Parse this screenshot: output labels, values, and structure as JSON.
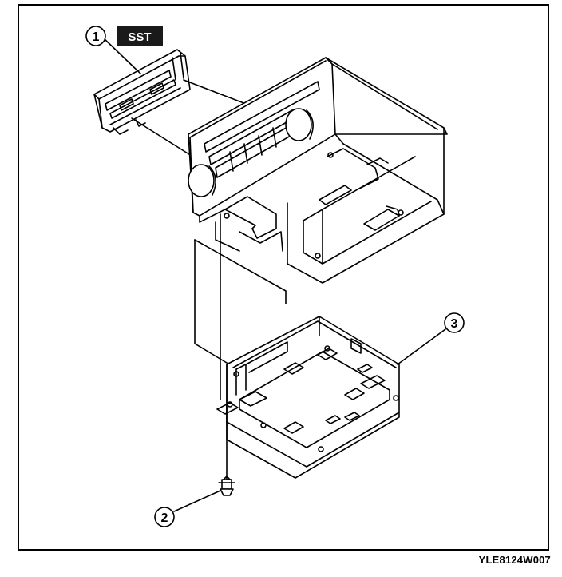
{
  "callouts": {
    "c1": "1",
    "c2": "2",
    "c3": "3"
  },
  "sst_label": "SST",
  "figure_code": "YLE8124W007",
  "colors": {
    "line": "#000000",
    "background": "#ffffff",
    "sst_box": "#1a1a1a"
  }
}
